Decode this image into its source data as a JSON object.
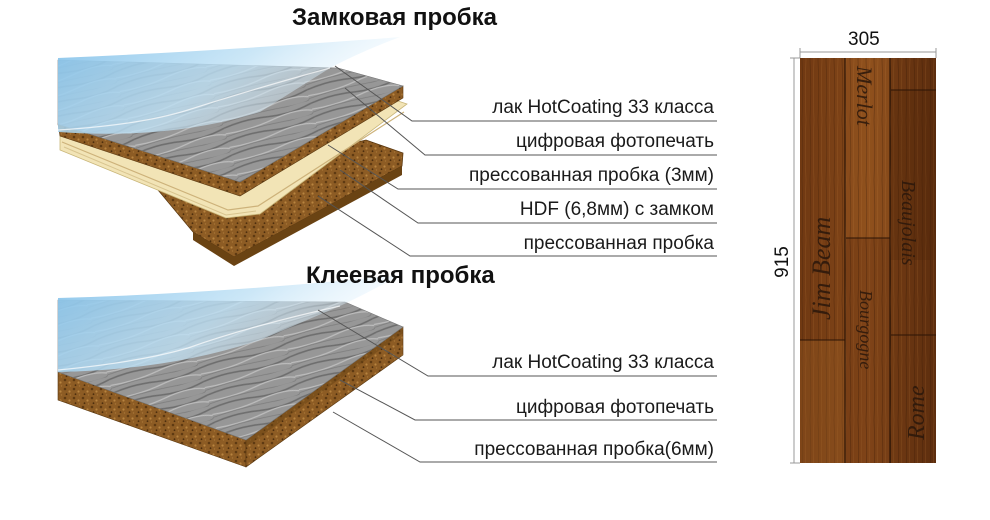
{
  "top_section": {
    "title": "Замковая пробка",
    "layers": [
      "лак HotCoating 33 класса",
      "цифровая фотопечать",
      "прессованная пробка (3мм)",
      "HDF (6,8мм) с замком",
      "прессованная пробка"
    ]
  },
  "bottom_section": {
    "title": "Клеевая пробка",
    "layers": [
      "лак HotCoating 33 класса",
      "цифровая фотопечать",
      "прессованная пробка(6мм)"
    ]
  },
  "plank": {
    "width_label": "305",
    "length_label": "915",
    "engravings": [
      "Jim Beam",
      "Rome",
      "Merlot",
      "Beaujolais",
      "Bourgogne"
    ]
  },
  "colors": {
    "cork": "#8a5a22",
    "wood_surface": "#9a9a9a",
    "lacquer": "#9ccbe8",
    "hdf": "#f1e3b4",
    "plank_wood": "#7a4216",
    "leader": "#555555"
  }
}
